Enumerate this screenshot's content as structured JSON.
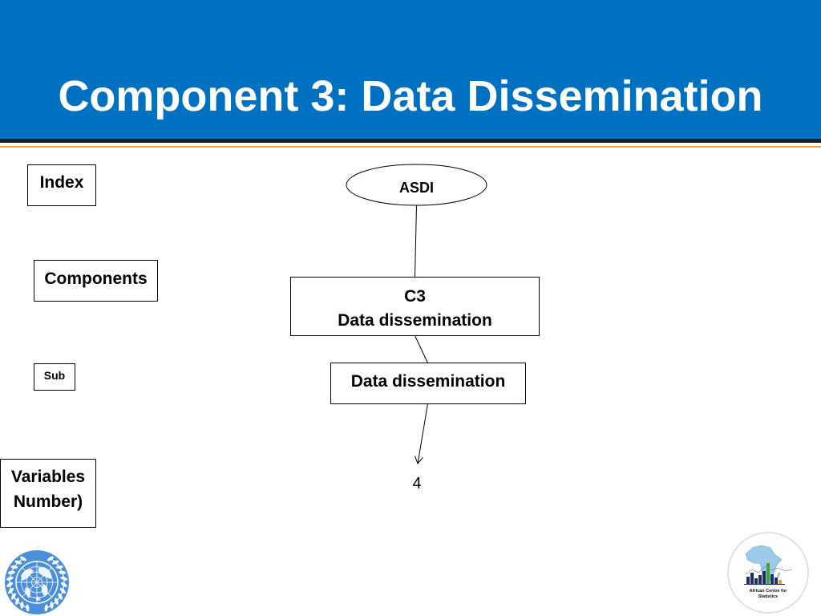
{
  "slide": {
    "title": "Component 3: Data Dissemination"
  },
  "levels": {
    "index": "Index",
    "components": "Components",
    "sub": "Sub",
    "variables": [
      "Variables",
      "Number)"
    ]
  },
  "diagram": {
    "root": "ASDI",
    "component": [
      "C3",
      "Data dissemination"
    ],
    "sub_component": "Data dissemination",
    "variable_count": "4"
  },
  "logos": {
    "left": {
      "icon": "un-emblem-icon"
    },
    "right": {
      "icon": "acs-logo-icon",
      "text": [
        "African Centre for",
        "Statistics"
      ]
    }
  },
  "theme": {
    "header_color": "#0070C0",
    "rule_dark_color": "#1B1B1B",
    "rule_accent_color": "#F2A33A",
    "title_color": "#FFFFFF",
    "line_color": "#000000"
  }
}
